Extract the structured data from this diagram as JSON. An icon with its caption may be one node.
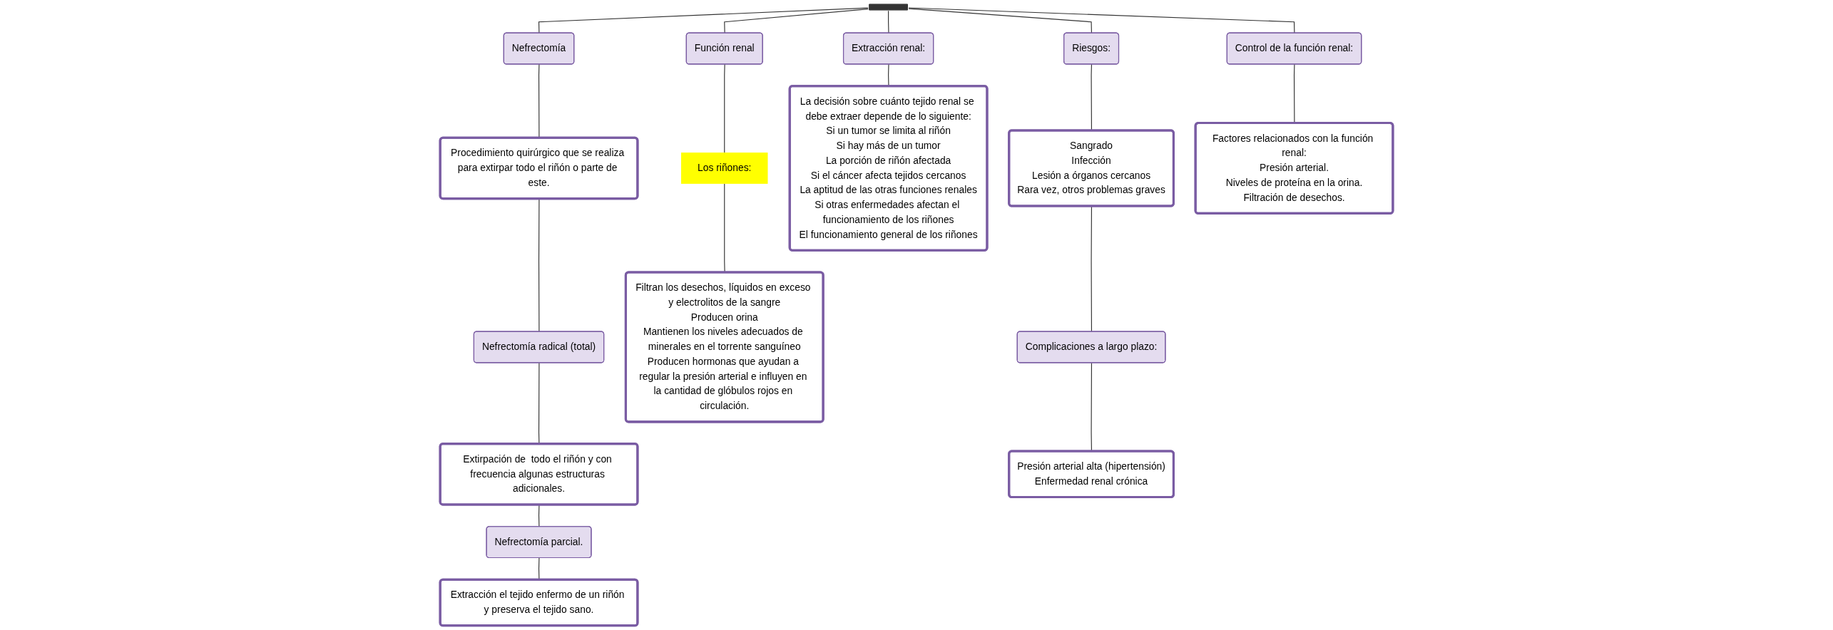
{
  "diagram": {
    "nodes": [
      {
        "text": [],
        "shape": "bar"
      },
      {
        "text": [
          "Nefrectomía"
        ]
      },
      {
        "text": [
          "Procedimiento quirúrgico que se realiza para extirpar todo el riñón o parte de este."
        ]
      },
      {
        "text": [
          "Nefrectomía radical (total)"
        ]
      },
      {
        "text": [
          "Extirpación de  todo el riñón y con frecuencia algunas estructuras adicionales."
        ]
      },
      {
        "text": [
          "Nefrectomía parcial."
        ]
      },
      {
        "text": [
          "Extracción el tejido enfermo de un riñón y preserva el tejido sano."
        ]
      },
      {
        "text": [
          "Función renal"
        ]
      },
      {
        "text": [
          "Los riñones:"
        ]
      },
      {
        "text": [
          "Filtran los desechos, líquidos en exceso y electrolitos de la sangre",
          "Producen orina",
          "Mantienen los niveles adecuados de minerales en el torrente sanguíneo",
          "Producen hormonas que ayudan a regular la presión arterial e influyen en la cantidad de glóbulos rojos en circulación."
        ]
      },
      {
        "text": [
          "Extracción renal:"
        ]
      },
      {
        "text": [
          "La decisión sobre cuánto tejido renal se debe extraer depende de lo siguiente:",
          "Si un tumor se limita al riñón",
          "Si hay más de un tumor",
          "La porción de riñón afectada",
          "Si el cáncer afecta tejidos cercanos",
          "La aptitud de las otras funciones renales",
          "Si otras enfermedades afectan el funcionamiento de los riñones",
          "El funcionamiento general de los riñones"
        ]
      },
      {
        "text": [
          "Riesgos:"
        ]
      },
      {
        "text": [
          "Sangrado",
          "Infección",
          "Lesión a órganos cercanos",
          "Rara vez, otros problemas graves"
        ]
      },
      {
        "text": [
          "Complicaciones a largo plazo:"
        ]
      },
      {
        "text": [
          "Presión arterial alta (hipertensión)",
          "Enfermedad renal crónica"
        ]
      },
      {
        "text": [
          "Control de la función renal:"
        ]
      },
      {
        "text": [
          "Factores relacionados con la función renal:",
          "Presión arterial.",
          "Niveles de proteína en la orina.",
          "Filtración de desechos."
        ]
      }
    ],
    "edges": [
      {
        "from": 0,
        "to": 1,
        "arrow": "none"
      },
      {
        "from": 0,
        "to": 7,
        "arrow": "none"
      },
      {
        "from": 0,
        "to": 10,
        "arrow": "none"
      },
      {
        "from": 0,
        "to": 12,
        "arrow": "none"
      },
      {
        "from": 0,
        "to": 16,
        "arrow": "none"
      },
      {
        "from": 1,
        "to": 2,
        "arrow": "none"
      },
      {
        "from": 2,
        "to": 3,
        "arrow": "none"
      },
      {
        "from": 3,
        "to": 4,
        "arrow": "none"
      },
      {
        "from": 4,
        "to": 5,
        "arrow": "none"
      },
      {
        "from": 5,
        "to": 6,
        "arrow": "none"
      },
      {
        "from": 7,
        "to": 8,
        "arrow": "none"
      },
      {
        "from": 8,
        "to": 9,
        "arrow": "none"
      },
      {
        "from": 10,
        "to": 11,
        "arrow": "none"
      },
      {
        "from": 12,
        "to": 13,
        "arrow": "none"
      },
      {
        "from": 13,
        "to": 14,
        "arrow": "none"
      },
      {
        "from": 14,
        "to": 15,
        "arrow": "none"
      },
      {
        "from": 16,
        "to": 17,
        "arrow": "none"
      }
    ]
  }
}
